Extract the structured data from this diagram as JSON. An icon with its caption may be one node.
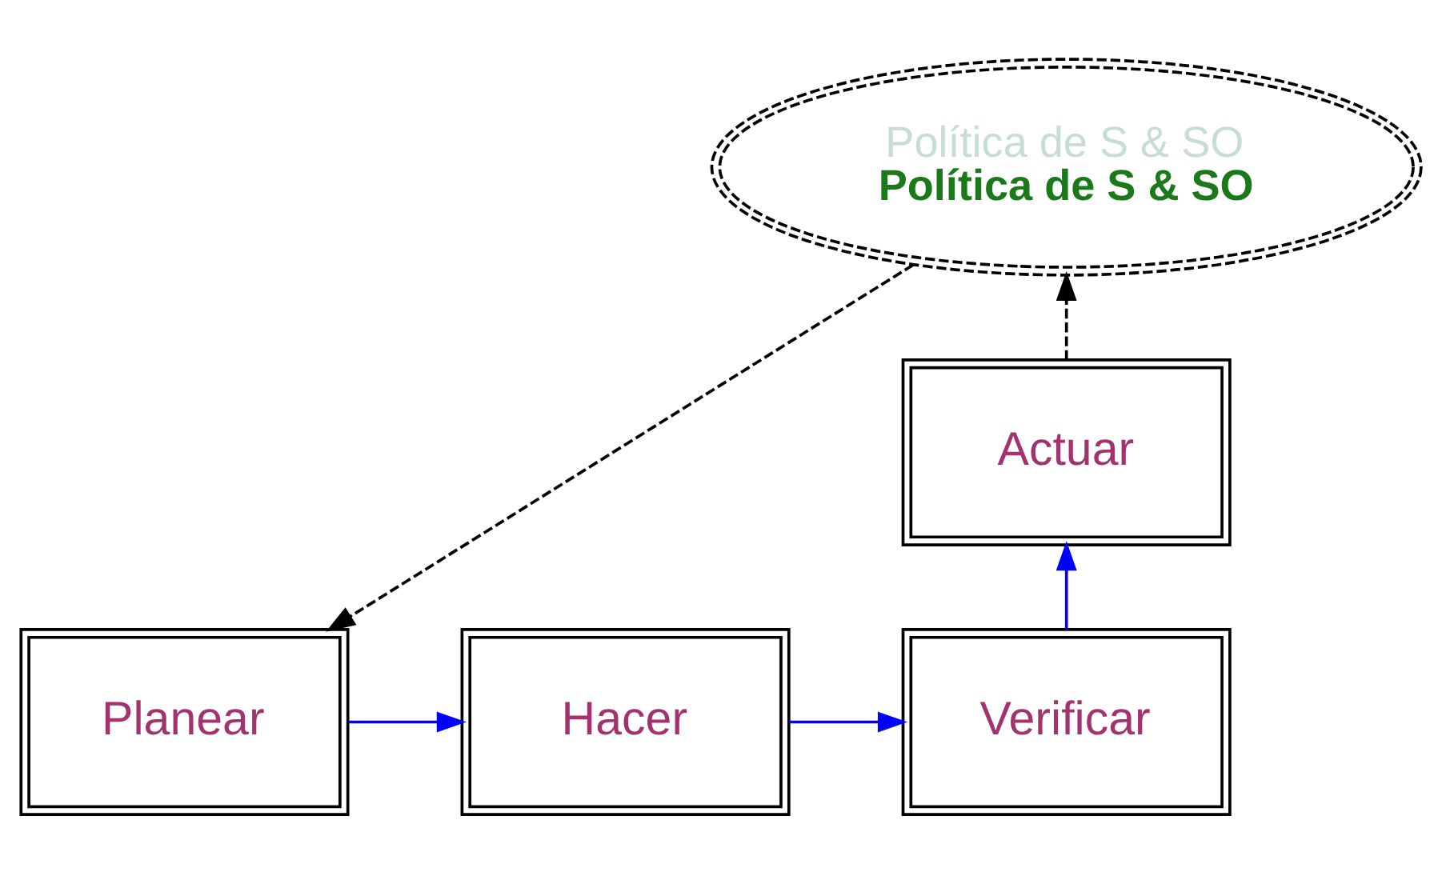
{
  "diagram": {
    "nodes": [
      {
        "text": [
          "Política de S & SO",
          "Política de S & SO"
        ]
      },
      {
        "text": [
          "Planear"
        ]
      },
      {
        "text": [
          "Hacer"
        ]
      },
      {
        "text": [
          "Verificar"
        ]
      },
      {
        "text": [
          "Actuar"
        ]
      }
    ],
    "edges": [
      {
        "from": 0,
        "to": 1,
        "arrow": "to",
        "style": "dashed",
        "color": "#000000"
      },
      {
        "from": 1,
        "to": 2,
        "arrow": "to"
      },
      {
        "from": 2,
        "to": 3,
        "arrow": "to"
      },
      {
        "from": 3,
        "to": 4,
        "arrow": "to"
      },
      {
        "from": 4,
        "to": 0,
        "arrow": "to",
        "style": "dashed",
        "color": "#000000"
      }
    ]
  }
}
